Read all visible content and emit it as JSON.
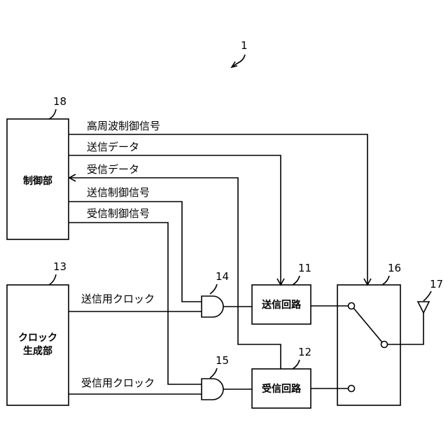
{
  "figure_number": "1",
  "blocks": {
    "control": {
      "ref": "18",
      "label": "制御部"
    },
    "clock": {
      "ref": "13",
      "label_line1": "クロック",
      "label_line2": "生成部"
    },
    "tx_circuit": {
      "ref": "11",
      "label": "送信回路"
    },
    "rx_circuit": {
      "ref": "12",
      "label": "受信回路"
    },
    "and_gate_tx": {
      "ref": "14"
    },
    "and_gate_rx": {
      "ref": "15"
    },
    "switch": {
      "ref": "16"
    },
    "antenna": {
      "ref": "17"
    }
  },
  "signals": {
    "rf_control": "高周波制御信号",
    "tx_data": "送信データ",
    "rx_data": "受信データ",
    "tx_control": "送信制御信号",
    "rx_control": "受信制御信号",
    "tx_clock": "送信用クロック",
    "rx_clock": "受信用クロック"
  }
}
